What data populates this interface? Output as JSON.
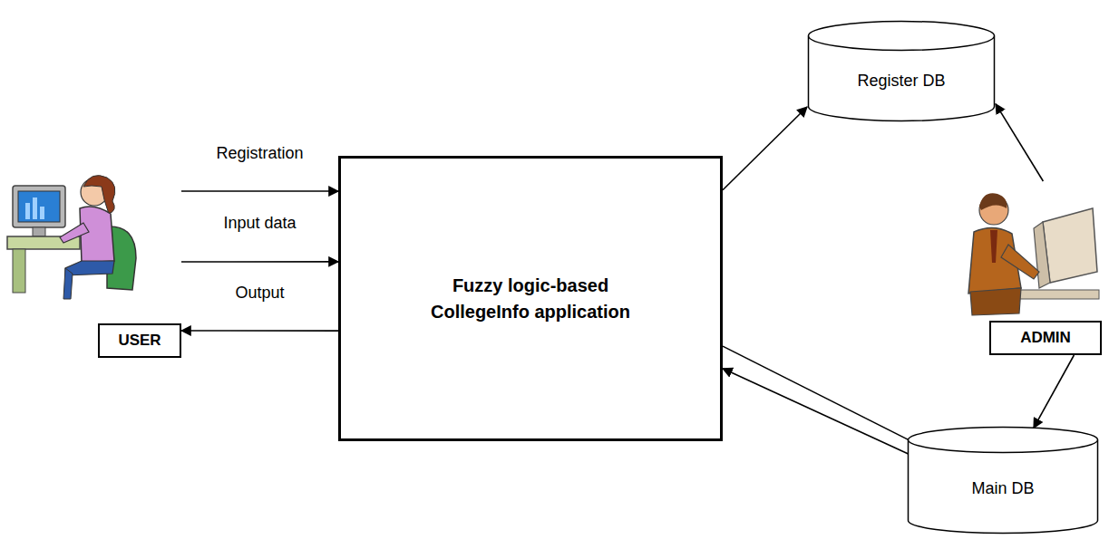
{
  "diagram": {
    "nodes": [
      {
        "text": [
          "Fuzzy logic-based CollegeInfo application"
        ]
      },
      {
        "text": [
          "USER"
        ]
      },
      {
        "text": [
          "ADMIN"
        ]
      },
      {
        "text": [
          "Register DB"
        ]
      },
      {
        "text": [
          "Main DB"
        ]
      }
    ],
    "edges": [
      {
        "from": 1,
        "to": 0,
        "arrow": "to",
        "label": "Registration"
      },
      {
        "from": 1,
        "to": 0,
        "arrow": "to",
        "label": "Input data"
      },
      {
        "from": 0,
        "to": 1,
        "arrow": "to",
        "label": "Output"
      },
      {
        "from": 0,
        "to": 3,
        "arrow": "to"
      },
      {
        "from": 2,
        "to": 3,
        "arrow": "to"
      },
      {
        "from": 2,
        "to": 4,
        "arrow": "to"
      },
      {
        "from": 0,
        "to": 4,
        "arrow": "none"
      },
      {
        "from": 4,
        "to": 0,
        "arrow": "to"
      }
    ]
  }
}
